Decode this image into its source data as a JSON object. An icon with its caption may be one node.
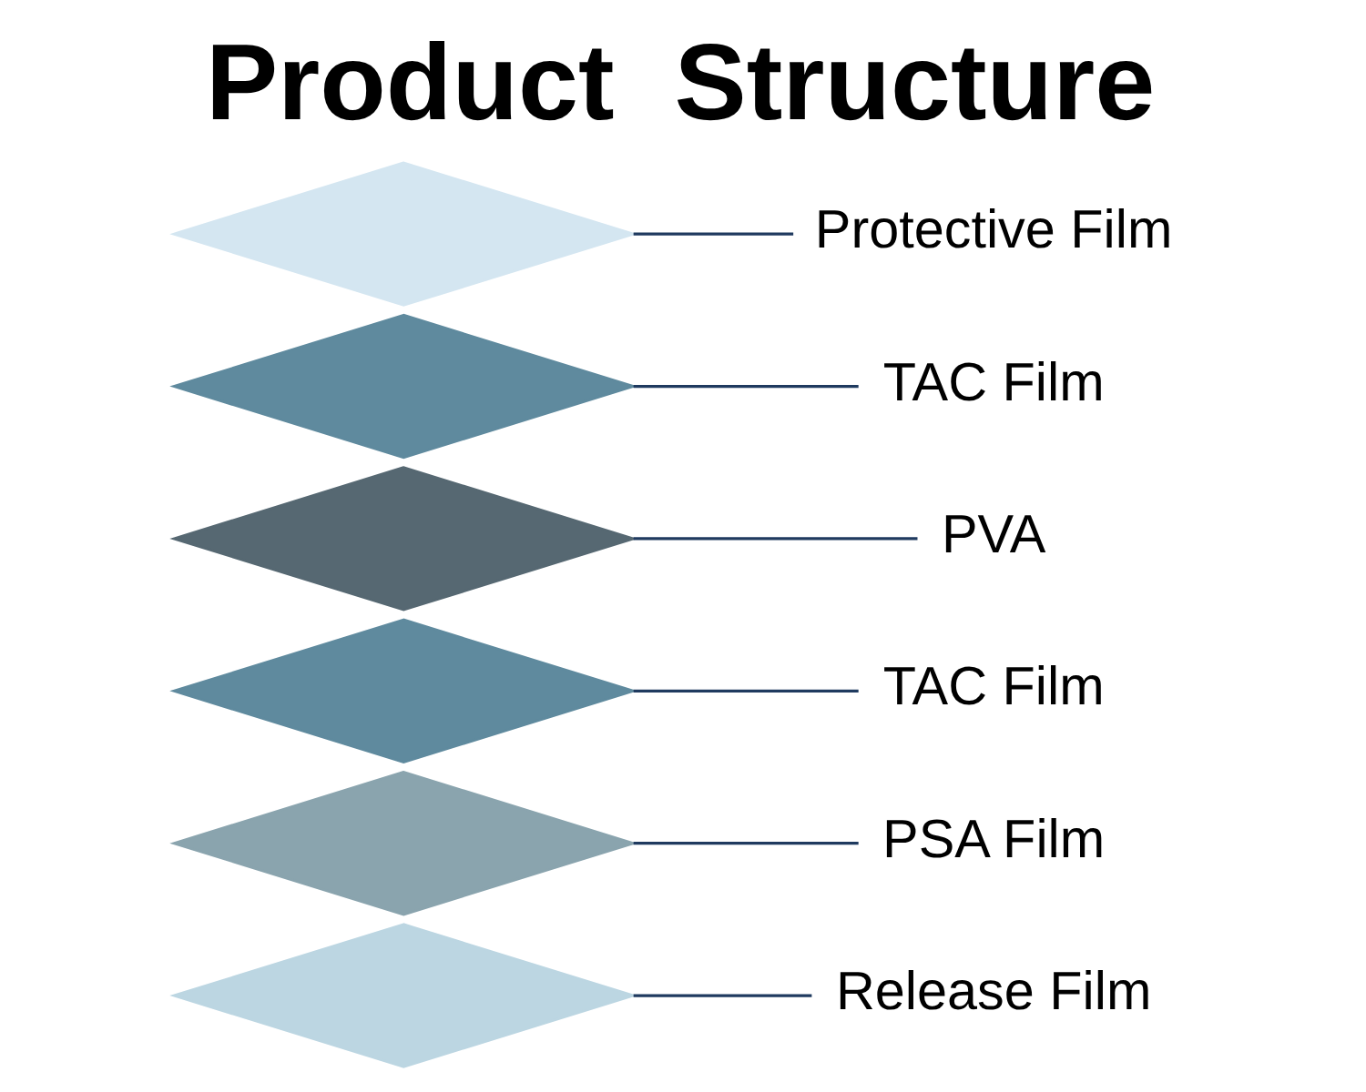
{
  "diagram": {
    "title": "Product  Structure",
    "nodes": [
      {
        "text": [],
        "shape": "diamond"
      },
      {
        "text": [],
        "shape": "diamond"
      },
      {
        "text": [],
        "shape": "diamond"
      },
      {
        "text": [],
        "shape": "diamond"
      },
      {
        "text": [],
        "shape": "diamond"
      },
      {
        "text": [],
        "shape": "diamond"
      },
      {
        "text": [
          "Protective Film"
        ]
      },
      {
        "text": [
          "TAC Film"
        ]
      },
      {
        "text": [
          "PVA"
        ]
      },
      {
        "text": [
          "TAC Film"
        ]
      },
      {
        "text": [
          "PSA Film"
        ]
      },
      {
        "text": [
          "Release Film"
        ]
      }
    ],
    "edges": [
      {
        "from": 6,
        "to": 0,
        "arrow": "none"
      },
      {
        "from": 7,
        "to": 1,
        "arrow": "none"
      },
      {
        "from": 8,
        "to": 2,
        "arrow": "none"
      },
      {
        "from": 9,
        "to": 3,
        "arrow": "none"
      },
      {
        "from": 10,
        "to": 4,
        "arrow": "none"
      },
      {
        "from": 11,
        "to": 5,
        "arrow": "none"
      }
    ]
  }
}
